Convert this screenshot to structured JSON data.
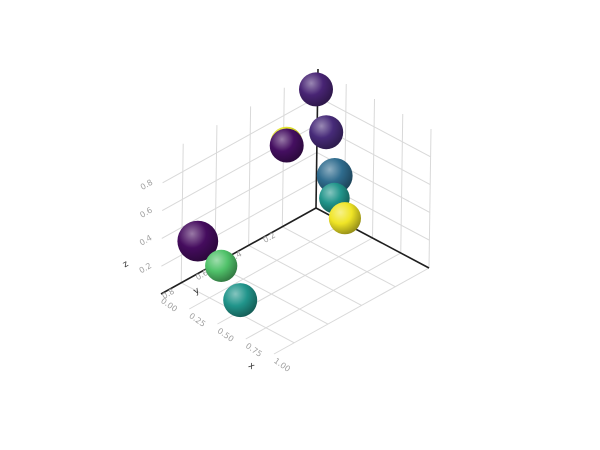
{
  "chart_data": {
    "type": "scatter",
    "title": "",
    "dimensions": 3,
    "marker": "sphere",
    "grid": true,
    "colormap": "viridis",
    "axes": {
      "x": {
        "label": "x",
        "ticks": [
          "0.00",
          "0.25",
          "0.50",
          "0.75",
          "1.00"
        ],
        "tick_values": [
          0.0,
          0.25,
          0.5,
          0.75,
          1.0
        ],
        "range": [
          0.0,
          1.0
        ]
      },
      "y": {
        "label": "y",
        "ticks": [
          "0.2",
          "0.4",
          "0.6",
          "0.8"
        ],
        "tick_values": [
          0.2,
          0.4,
          0.6,
          0.8
        ],
        "range": [
          0.0,
          0.92
        ]
      },
      "z": {
        "label": "z",
        "ticks": [
          "0.2",
          "0.4",
          "0.6",
          "0.8"
        ],
        "tick_values": [
          0.2,
          0.4,
          0.6,
          0.8
        ],
        "range": [
          0.0,
          1.0
        ]
      }
    },
    "points": [
      {
        "x": 0.0,
        "y": 0.01,
        "z": 0.86,
        "color_value": 0.1,
        "size": 1.0
      },
      {
        "x": 0.19,
        "y": 0.31,
        "z": 0.74,
        "color_value": 0.04,
        "size": 1.0
      },
      {
        "x": 0.1,
        "y": 0.25,
        "z": 0.68,
        "color_value": 0.96,
        "size": 0.95
      },
      {
        "x": 0.08,
        "y": 0.0,
        "z": 0.58,
        "color_value": 0.12,
        "size": 1.0
      },
      {
        "x": 0.16,
        "y": 0.0,
        "z": 0.3,
        "color_value": 0.35,
        "size": 1.05
      },
      {
        "x": 0.16,
        "y": 0.0,
        "z": 0.14,
        "color_value": 0.52,
        "size": 0.9
      },
      {
        "x": 0.27,
        "y": 0.01,
        "z": 0.05,
        "color_value": 0.98,
        "size": 0.95
      },
      {
        "x": 0.14,
        "y": 0.8,
        "z": 0.36,
        "color_value": 0.03,
        "size": 1.2
      },
      {
        "x": 0.29,
        "y": 0.76,
        "z": 0.22,
        "color_value": 0.72,
        "size": 0.95
      },
      {
        "x": 0.52,
        "y": 0.8,
        "z": 0.1,
        "color_value": 0.52,
        "size": 1.0
      }
    ]
  }
}
